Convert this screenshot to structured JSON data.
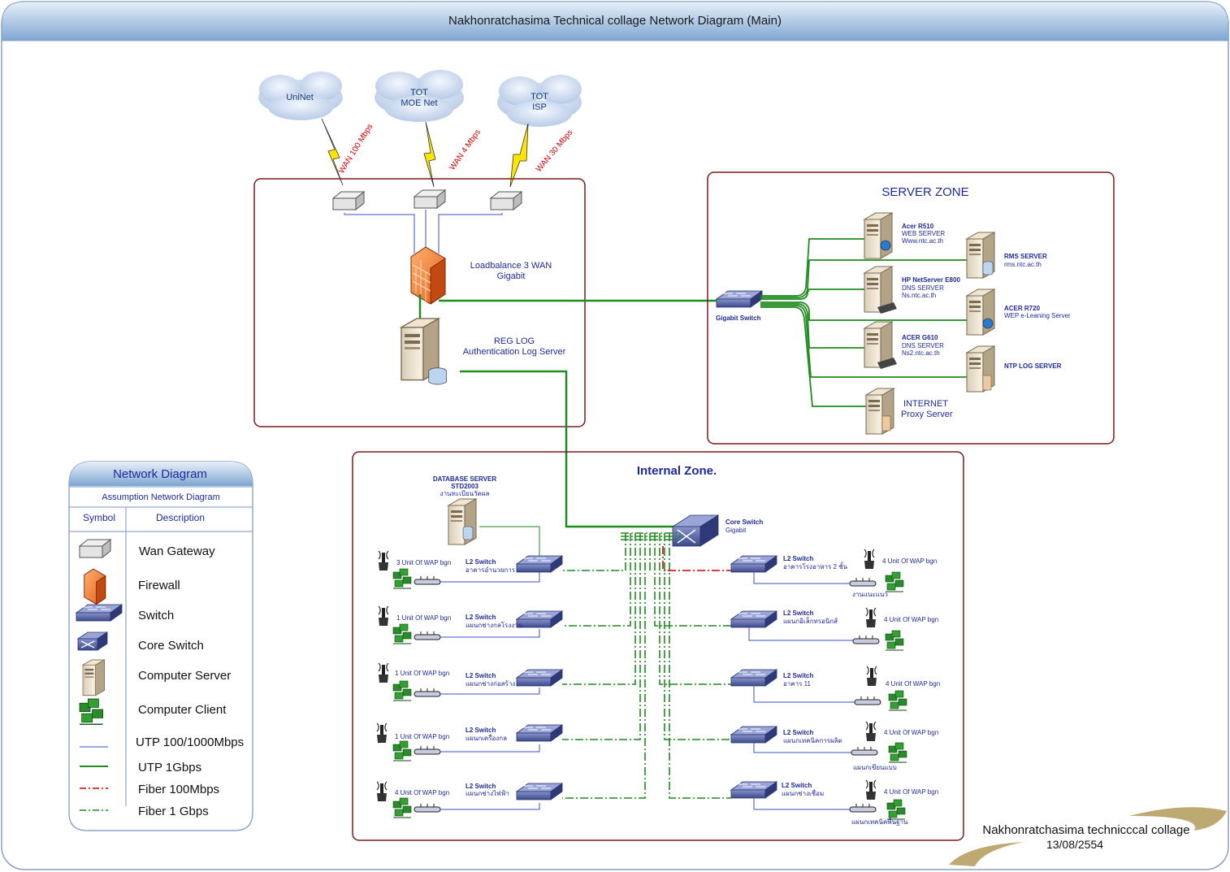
{
  "title": "Nakhonratchasima Technical collage Network Diagram (Main)",
  "clouds": [
    {
      "lines": [
        "UniNet"
      ]
    },
    {
      "lines": [
        "TOT",
        "MOE Net"
      ]
    },
    {
      "lines": [
        "TOT",
        "ISP"
      ]
    }
  ],
  "wan_links": [
    "WAN 100 Mbps",
    "WAN 4 Mbps",
    "WAN 30 Mbps"
  ],
  "loadbalance": {
    "line1": "Loadbalance 3 WAN",
    "line2": "Gigabit"
  },
  "reglog": {
    "line1": "REG LOG",
    "line2": "Authentication Log Server"
  },
  "server_zone": {
    "title": "SERVER ZONE",
    "gigabit_switch": "Gigabit Switch",
    "servers": [
      {
        "name": "Acer R510",
        "l2": "WEB SERVER",
        "l3": "Www.ntc.ac.th"
      },
      {
        "name": "RMS SERVER",
        "l2": "rms.ntc.ac.th",
        "l3": ""
      },
      {
        "name": "HP NetServer E800",
        "l2": "DNS SERVER",
        "l3": "Ns.ntc.ac.th"
      },
      {
        "name": "ACER R720",
        "l2": "WEP e-Leaning Server",
        "l3": ""
      },
      {
        "name": "ACER G610",
        "l2": "DNS SERVER",
        "l3": "Ns2.ntc.ac.th"
      },
      {
        "name": "NTP LOG SERVER",
        "l2": "",
        "l3": ""
      }
    ],
    "proxy": {
      "line1": "INTERNET",
      "line2": "Proxy Server"
    }
  },
  "internal_zone": {
    "title": "Internal Zone.",
    "db_server": {
      "line1": "DATABASE SERVER",
      "line2": "STD2003",
      "line3": "งานทะเบียนวัดผล"
    },
    "core_switch": {
      "line1": "Core Switch",
      "line2": "Gigabit"
    },
    "left_rows": [
      {
        "wap": "3 Unit Of WAP bgn",
        "switch": "L2 Switch",
        "dept": "อาคารอำนวยการ"
      },
      {
        "wap": "1 Unit Of WAP bgn",
        "switch": "L2 Switch",
        "dept": "แผนกช่างกลโรงงาน"
      },
      {
        "wap": "1 Unit Of WAP bgn",
        "switch": "L2 Switch",
        "dept": "แผนกช่างก่อสร้าง"
      },
      {
        "wap": "1 Unit Of WAP bgn",
        "switch": "L2 Switch",
        "dept": "แผนกเครื่องกล"
      },
      {
        "wap": "4 Unit Of WAP bgn",
        "switch": "L2 Switch",
        "dept": "แผนกช่างไฟฟ้า"
      }
    ],
    "right_rows": [
      {
        "wap": "4 Unit Of WAP bgn",
        "switch": "L2 Switch",
        "dept": "อาคารโรงอาหาร 2 ชั้น",
        "sub": "งานแนะแนว"
      },
      {
        "wap": "4 Unit Of WAP bgn",
        "switch": "L2 Switch",
        "dept": "แผนกอิเล็กทรอนิกส์",
        "sub": ""
      },
      {
        "wap": "4 Unit Of WAP bgn",
        "switch": "L2 Switch",
        "dept": "อาคาร 11",
        "sub": ""
      },
      {
        "wap": "4 Unit Of WAP bgn",
        "switch": "L2 Switch",
        "dept": "แผนกเทคนิคการผลิต",
        "sub": "แผนกเขียนแบบ"
      },
      {
        "wap": "4 Unit Of WAP bgn",
        "switch": "L2 Switch",
        "dept": "แผนกช่างเชื่อม",
        "sub": "แผนกเทคนิคพื้นฐาน"
      }
    ]
  },
  "legend": {
    "title": "Network Diagram",
    "subtitle": "Assumption  Network Diagram",
    "col_symbol": "Symbol",
    "col_desc": "Description",
    "items": [
      "Wan Gateway",
      "Firewall",
      "Switch",
      "Core Switch",
      "Computer Server",
      "Computer Client",
      "UTP 100/1000Mbps",
      "UTP 1Gbps",
      "Fiber 100Mbps",
      "Fiber 1 Gbps"
    ]
  },
  "footer": {
    "line1": "Nakhonratchasima technicccal collage",
    "line2": "13/08/2554"
  },
  "colors": {
    "utp100": "#3a4fc7",
    "utp1g": "#1e8c1e",
    "fiber100": "#d40000",
    "fiber1g": "#1e8c1e",
    "zone": "#7a1a1a",
    "label": "#1f2a9a"
  }
}
